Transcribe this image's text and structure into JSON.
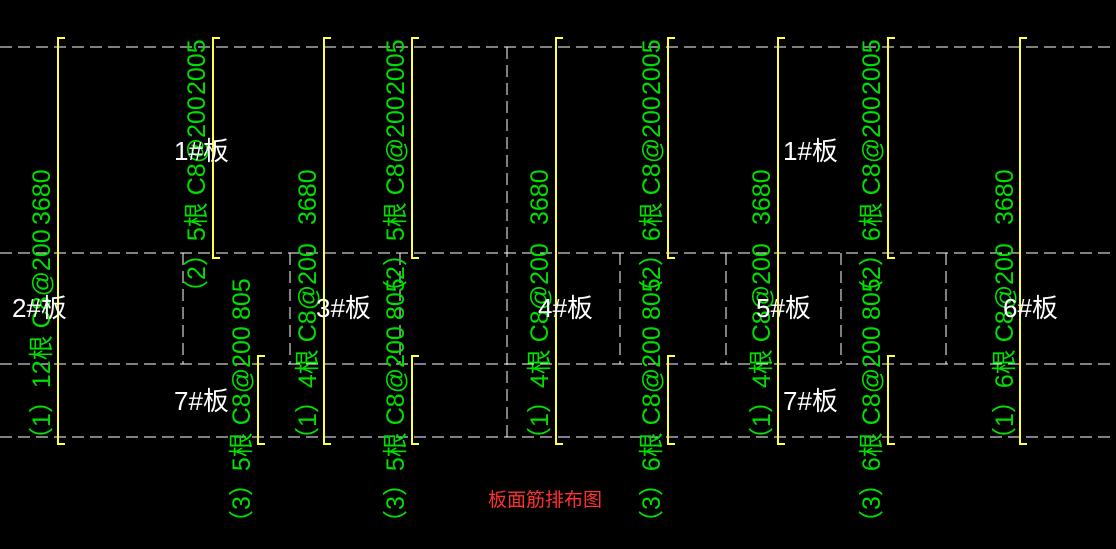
{
  "title": "板面筋排布图",
  "colors": {
    "background": "#000000",
    "grid": "#ffffff",
    "rebar": "#ffff44",
    "dimension_text": "#00e000",
    "label_text": "#ffffff",
    "title_text": "#ff3030"
  },
  "plates": [
    {
      "id": "p1a",
      "label": "1#板"
    },
    {
      "id": "p1b",
      "label": "1#板"
    },
    {
      "id": "p2",
      "label": "2#板"
    },
    {
      "id": "p3",
      "label": "3#板"
    },
    {
      "id": "p4",
      "label": "4#板"
    },
    {
      "id": "p5",
      "label": "5#板"
    },
    {
      "id": "p6",
      "label": "6#板"
    },
    {
      "id": "p7a",
      "label": "7#板"
    },
    {
      "id": "p7b",
      "label": "7#板"
    }
  ],
  "rebars": [
    {
      "id": "r1",
      "text": "（1）12根 C8@200",
      "length": "3680"
    },
    {
      "id": "r2",
      "text": "（2）5根 C8@200",
      "length": "2005"
    },
    {
      "id": "r3",
      "text": "（3）5根 C8@200",
      "length": "805"
    },
    {
      "id": "r4",
      "text": "（1）4根 C8@200",
      "length": "3680"
    },
    {
      "id": "r5",
      "text": "（2）5根 C8@200",
      "length": "2005"
    },
    {
      "id": "r6",
      "text": "（3）5根 C8@200",
      "length": "805"
    },
    {
      "id": "r7",
      "text": "（1）4根 C8@200",
      "length": "3680"
    },
    {
      "id": "r8",
      "text": "（2）6根 C8@200",
      "length": "2005"
    },
    {
      "id": "r9",
      "text": "（3）6根 C8@200",
      "length": "805"
    },
    {
      "id": "r10",
      "text": "（1）4根 C8@200",
      "length": "3680"
    },
    {
      "id": "r11",
      "text": "（2）6根 C8@200",
      "length": "2005"
    },
    {
      "id": "r12",
      "text": "（3）6根 C8@200",
      "length": "805"
    },
    {
      "id": "r13",
      "text": "（1）6根 C8@200",
      "length": "3680"
    }
  ]
}
